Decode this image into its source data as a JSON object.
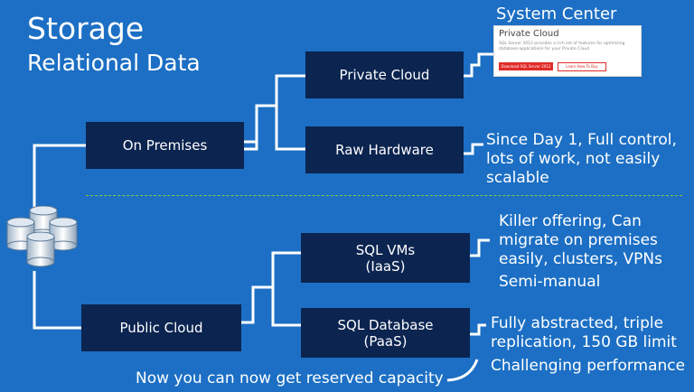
{
  "header": {
    "title": "Storage",
    "subtitle": "Relational Data"
  },
  "boxes": {
    "on_premises": "On Premises",
    "private_cloud": "Private Cloud",
    "raw_hardware": "Raw Hardware",
    "public_cloud": "Public Cloud",
    "sql_vms": "SQL VMs\n(IaaS)",
    "sql_database": "SQL Database\n(PaaS)"
  },
  "system_center": {
    "label": "System Center",
    "card_title": "Private Cloud",
    "card_text": "SQL Server 2012 provides a rich set of features for optimizing database applications for your Private Cloud",
    "primary_button": "Download SQL Server 2012",
    "secondary_button": "Learn How To Buy"
  },
  "notes": {
    "raw_hardware": "Since Day 1, Full control, lots of work, not easily scalable",
    "sql_vms": "Killer offering, Can migrate on premises easily, clusters, VPNs",
    "sql_vms_2": "Semi-manual",
    "sql_database": "Fully abstracted, triple replication, 150 GB limit",
    "sql_database_2": "Challenging performance",
    "reserved": "Now you can now get reserved capacity"
  },
  "colors": {
    "background": "#1c6fc4",
    "box": "#0b2450",
    "divider": "#8dc63f"
  }
}
